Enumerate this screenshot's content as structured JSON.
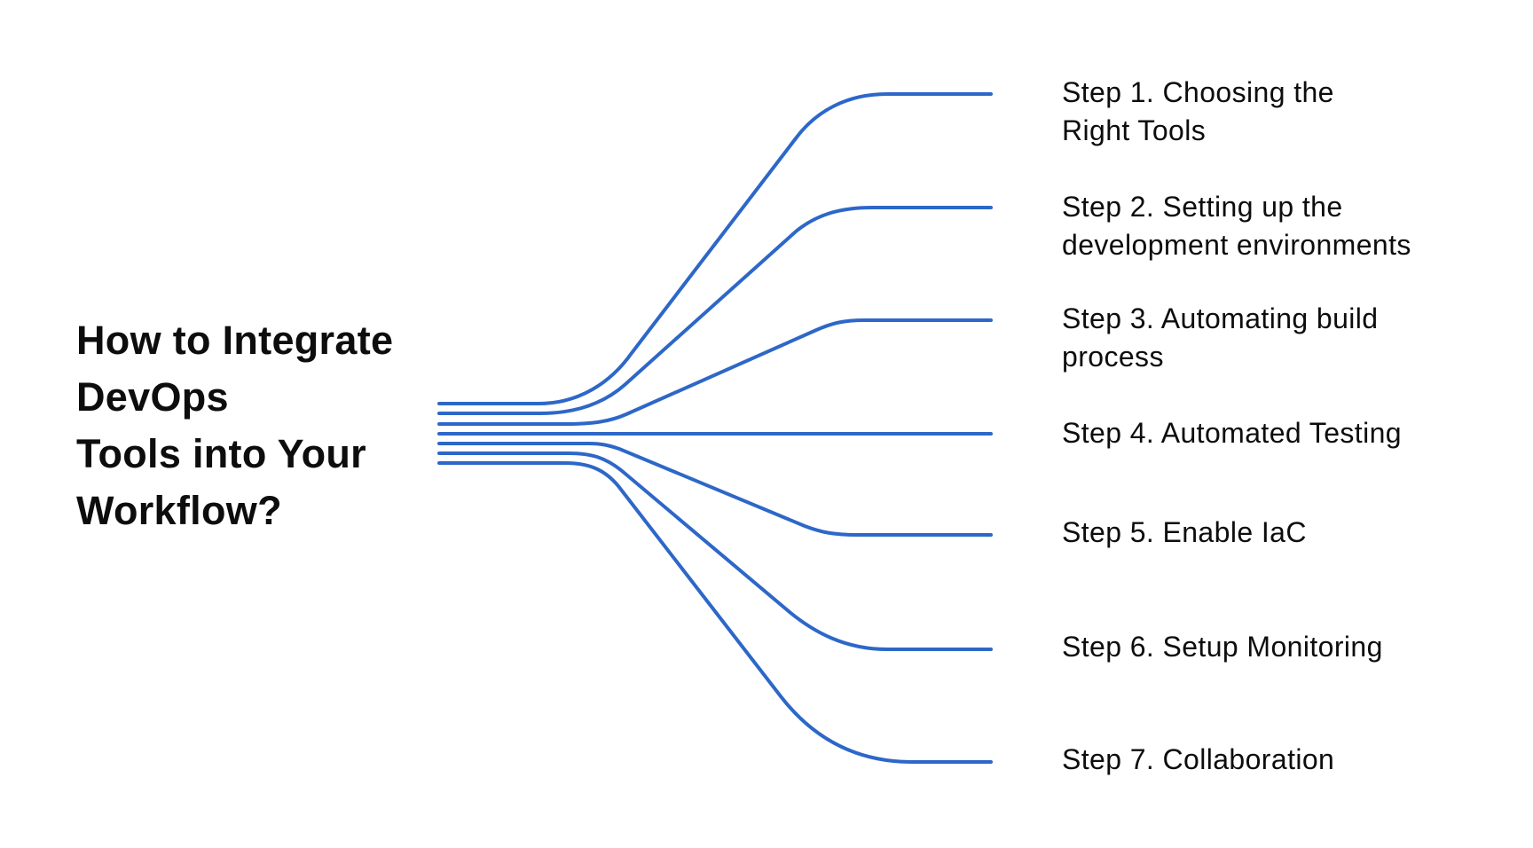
{
  "title_lines": [
    "How to Integrate",
    "DevOps",
    "Tools into Your",
    "Workflow?"
  ],
  "steps": [
    {
      "lines": [
        "Step 1. Choosing the",
        "Right Tools"
      ]
    },
    {
      "lines": [
        "Step 2. Setting up the",
        "development environments"
      ]
    },
    {
      "lines": [
        "Step 3. Automating build",
        "process"
      ]
    },
    {
      "lines": [
        "Step 4. Automated Testing"
      ]
    },
    {
      "lines": [
        "Step 5. Enable IaC"
      ]
    },
    {
      "lines": [
        "Step 6. Setup Monitoring"
      ]
    },
    {
      "lines": [
        "Step 7. Collaboration"
      ]
    }
  ],
  "colors": {
    "connector": "#2D67C8",
    "text": "#0d0d0d",
    "background": "#ffffff"
  }
}
